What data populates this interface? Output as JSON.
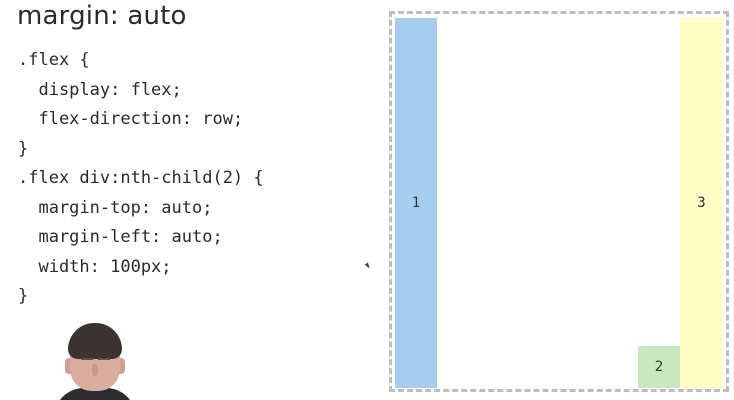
{
  "slide": {
    "title": "margin: auto"
  },
  "code": {
    "lines": [
      ".flex {",
      "  display: flex;",
      "  flex-direction: row;",
      "}",
      ".flex div:nth-child(2) {",
      "  margin-top: auto;",
      "  margin-left: auto;",
      "  width: 100px;",
      "}"
    ]
  },
  "demo": {
    "items": [
      {
        "label": "1",
        "color": "#a6cdf0"
      },
      {
        "label": "2",
        "color": "#c9e8c0"
      },
      {
        "label": "3",
        "color": "#fdfcc3"
      }
    ],
    "border_color": "#bdbdbd"
  },
  "presenter": {
    "icon": "presenter-webcam"
  }
}
